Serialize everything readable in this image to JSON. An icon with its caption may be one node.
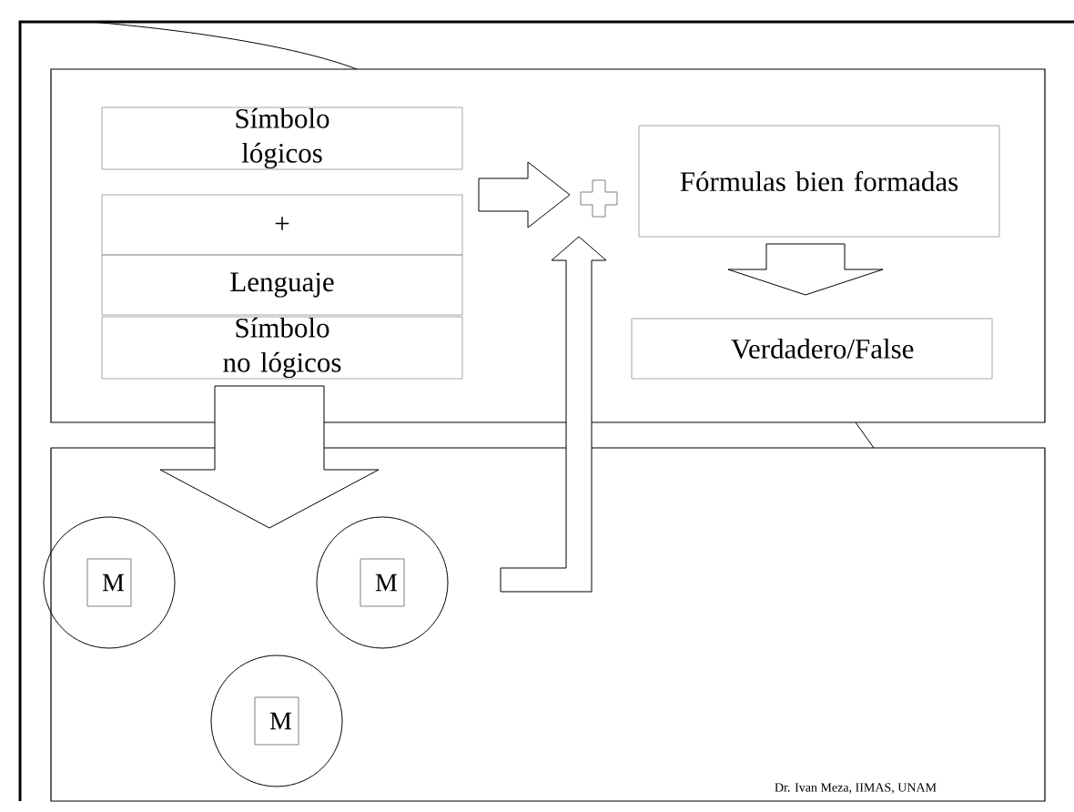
{
  "diagram": {
    "nodes": [
      {
        "text": [
          "Símbolo lógicos"
        ]
      },
      {
        "text": [
          "+"
        ]
      },
      {
        "text": [
          "Lenguaje"
        ]
      },
      {
        "text": [
          "Símbolo no lógicos"
        ]
      },
      {
        "text": [],
        "shape": "cross"
      },
      {
        "text": [
          "Fórmulas bien formadas"
        ]
      },
      {
        "text": [
          "Verdadero/False"
        ]
      },
      {
        "text": [],
        "shape": "box"
      },
      {
        "text": [],
        "shape": "circle",
        "in": 7
      },
      {
        "text": [
          "M"
        ],
        "in": 8
      },
      {
        "text": [],
        "shape": "circle",
        "in": 7
      },
      {
        "text": [
          "M"
        ],
        "in": 10
      },
      {
        "text": [],
        "shape": "circle",
        "in": 7
      },
      {
        "text": [
          "M"
        ],
        "in": 12
      }
    ],
    "edges": [
      {
        "from": 2,
        "to": 4,
        "arrow": "to"
      },
      {
        "from": 5,
        "to": 6,
        "arrow": "to"
      },
      {
        "from": 3,
        "to": 7,
        "arrow": "to"
      },
      {
        "from": 7,
        "to": 4,
        "arrow": "to"
      }
    ],
    "labels": [
      "Dr. Ivan Meza, IIMAS, UNAM"
    ]
  }
}
